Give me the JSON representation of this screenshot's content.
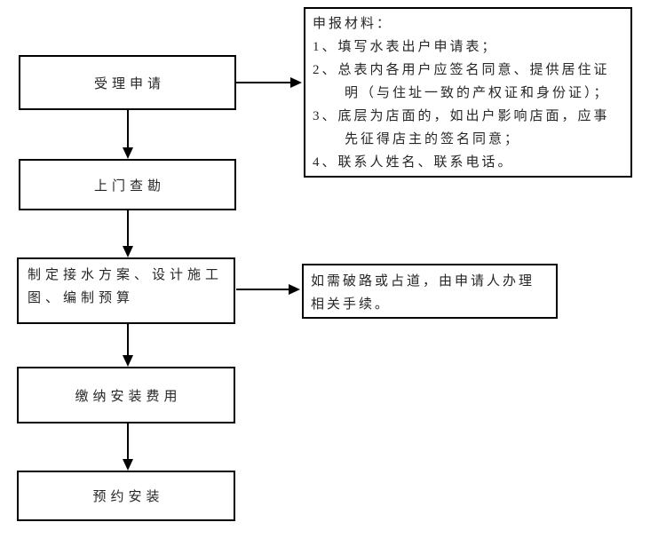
{
  "colors": {
    "line": "#000000",
    "text": "#262626",
    "background": "#ffffff"
  },
  "flow": {
    "steps": [
      {
        "label": "受理申请"
      },
      {
        "label": "上门查勘"
      },
      {
        "label": "制定接水方案、设计施工图、编制预算"
      },
      {
        "label": "缴纳安装费用"
      },
      {
        "label": "预约安装"
      }
    ]
  },
  "side_notes": {
    "materials": {
      "title": "申报材料：",
      "items": [
        "1、填写水表出户申请表；",
        "2、总表内各用户应签名同意、提供居住证明（与住址一致的产权证和身份证）；",
        "3、底层为店面的，如出户影响店面，应事先征得店主的签名同意；",
        "4、联系人姓名、联系电话。"
      ]
    },
    "road_permit": "如需破路或占道，由申请人办理相关手续。"
  }
}
